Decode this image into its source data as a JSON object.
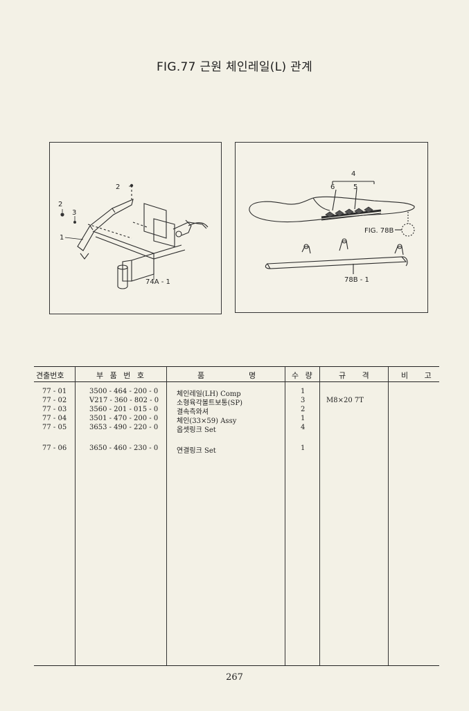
{
  "title": "FIG.77 근원 체인레일(L) 관계",
  "figures": {
    "left": {
      "callouts": [
        "2",
        "2",
        "3",
        "1",
        "74A - 1"
      ]
    },
    "right": {
      "callouts": [
        "4",
        "6",
        "5",
        "FIG. 78B",
        "78B - 1"
      ]
    }
  },
  "table": {
    "headers": [
      "견출번호",
      "부 품 번 호",
      "품",
      "명",
      "수 량",
      "규 격",
      "비 고"
    ],
    "rows": [
      {
        "no": "77 - 01",
        "part": "3500 - 464 - 200 - 0",
        "name": "체인레일(LH) Comp",
        "qty": "1",
        "spec": ""
      },
      {
        "no": "77 - 02",
        "part": "V217 - 360 - 802 - 0",
        "name": "소형육각볼트보통(SP)",
        "qty": "3",
        "spec": "M8×20 7T"
      },
      {
        "no": "77 - 03",
        "part": "3560 - 201 - 015 - 0",
        "name": "결속측와셔",
        "qty": "2",
        "spec": ""
      },
      {
        "no": "77 - 04",
        "part": "3501 - 470 - 200 - 0",
        "name": "체인(33×59) Assy",
        "qty": "1",
        "spec": ""
      },
      {
        "no": "77 - 05",
        "part": "3653 - 490 - 220 - 0",
        "name": "옵셋링크 Set",
        "qty": "4",
        "spec": ""
      },
      {
        "no": "77 - 06",
        "part": "3650 - 460 - 230 - 0",
        "name": "연결링크 Set",
        "qty": "1",
        "spec": ""
      }
    ]
  },
  "page_number": "267"
}
